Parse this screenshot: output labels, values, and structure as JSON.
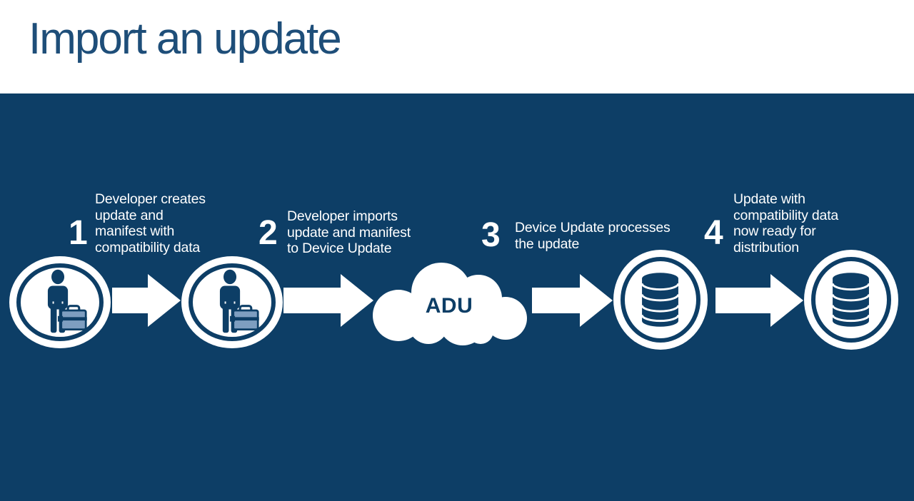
{
  "header": {
    "title": "Import an update"
  },
  "cloud": {
    "label": "ADU"
  },
  "steps": [
    {
      "number": "1",
      "icon": "developer-icon",
      "description": "Developer creates\nupdate and\nmanifest with\ncompatibility data"
    },
    {
      "number": "2",
      "icon": "developer-icon",
      "description": "Developer imports\nupdate and manifest\nto Device Update"
    },
    {
      "number": "3",
      "icon": "database-icon",
      "description": "Device Update processes\nthe update"
    },
    {
      "number": "4",
      "icon": "database-icon",
      "description": "Update with\ncompatibility data\nnow ready for\ndistribution"
    }
  ],
  "colors": {
    "background": "#0d3e66",
    "title_text": "#1e4e79",
    "icon_navy": "#0d3e66",
    "briefcase_steel_blue": "#7e9ec0",
    "white": "#ffffff"
  }
}
